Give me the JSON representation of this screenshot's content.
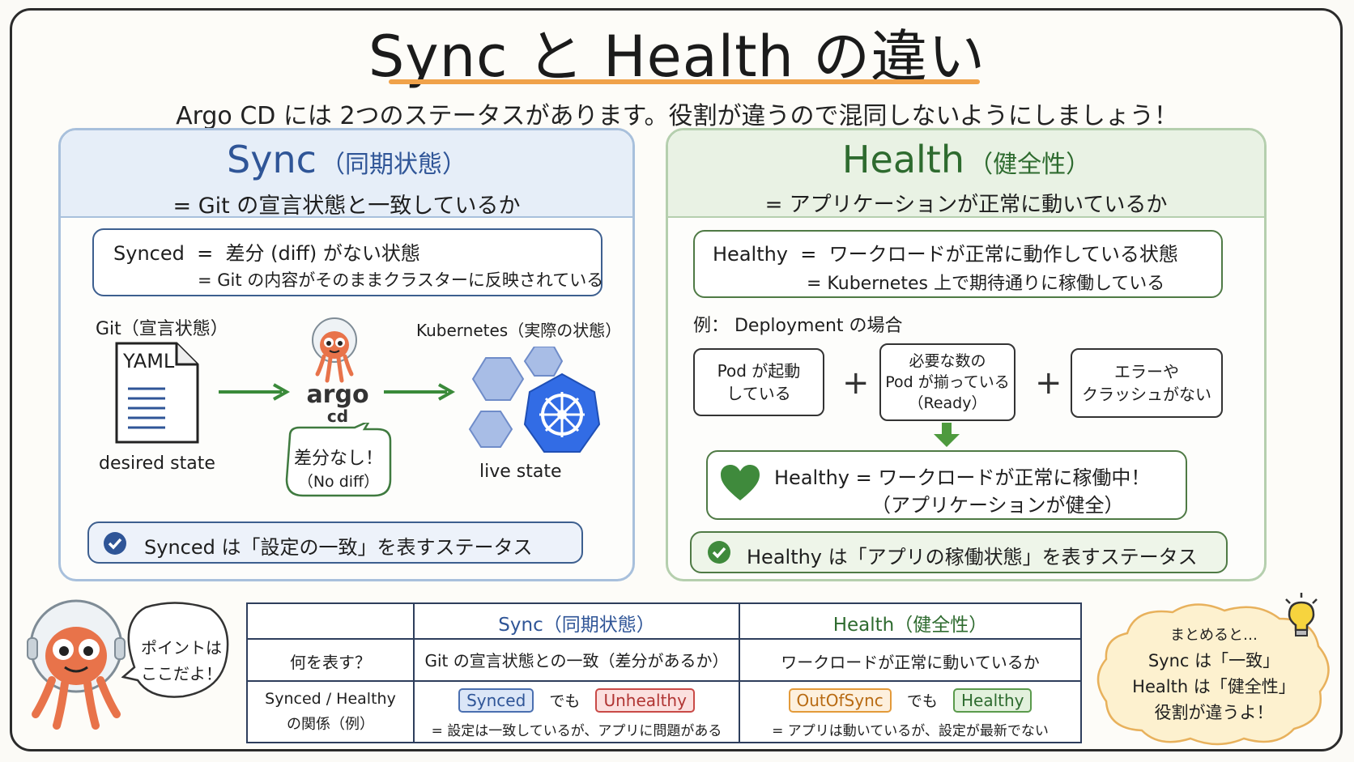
{
  "title": "Sync と Health の違い",
  "subtitle": "Argo CD には 2つのステータスがあります。役割が違うので混同しないようにしましょう！",
  "sync_panel": {
    "heading": "Sync",
    "heading_jp": "（同期状態）",
    "tagline": "= Git の宣言状態と一致しているか",
    "def_line1": "Synced  =  差分 (diff) がない状態",
    "def_line2": "=  Git の内容がそのままクラスターに反映されている",
    "git_label": "Git（宣言状態）",
    "yaml_label": "YAML",
    "desired_label": "desired state",
    "argo_label": "argo",
    "cd_label": "cd",
    "k8s_label": "Kubernetes（実際の状態）",
    "live_label": "live state",
    "bubble_line1": "差分なし！",
    "bubble_line2": "（No diff）",
    "summary": "Synced は「設定の一致」を表すステータス"
  },
  "health_panel": {
    "heading": "Health",
    "heading_jp": "（健全性）",
    "tagline": "= アプリケーションが正常に動いているか",
    "def_line1": "Healthy  =  ワークロードが正常に動作している状態",
    "def_line2": "=  Kubernetes 上で期待通りに稼働している",
    "example_label": "例： Deployment の場合",
    "cond1_line1": "Pod が起動",
    "cond1_line2": "している",
    "cond2_line1": "必要な数の",
    "cond2_line2": "Pod が揃っている",
    "cond2_line3": "（Ready）",
    "cond3_line1": "エラーや",
    "cond3_line2": "クラッシュがない",
    "plus": "+",
    "result_line1": "Healthy = ワークロードが正常に稼働中！",
    "result_line2": "（アプリケーションが健全）",
    "summary": "Healthy は「アプリの稼働状態」を表すステータス"
  },
  "mascot_bubble": {
    "line1": "ポイントは",
    "line2": "ここだよ！"
  },
  "table": {
    "col_sync": "Sync（同期状態）",
    "col_health": "Health（健全性）",
    "row1_label": "何を表す？",
    "row1_sync": "Git の宣言状態との一致（差分があるか）",
    "row1_health": "ワークロードが正常に動いているか",
    "row2_label_line1": "Synced / Healthy",
    "row2_label_line2": "の関係（例）",
    "row2_sync_tag1": "Synced",
    "row2_sync_mid": "でも",
    "row2_sync_tag2": "Unhealthy",
    "row2_sync_note": "= 設定は一致しているが、アプリに問題がある",
    "row2_health_tag1": "OutOfSync",
    "row2_health_mid": "でも",
    "row2_health_tag2": "Healthy",
    "row2_health_note": "= アプリは動いているが、設定が最新でない"
  },
  "summary_cloud": {
    "line1": "まとめると…",
    "line2": "Sync は「一致」",
    "line3": "Health は「健全性」",
    "line4": "役割が違うよ！"
  },
  "colors": {
    "sync_blue": "#2f5597",
    "health_green": "#2e6b2f",
    "accent_orange": "#f0a24a",
    "mascot_orange": "#e8734a",
    "k8s_blue": "#326ce5"
  }
}
